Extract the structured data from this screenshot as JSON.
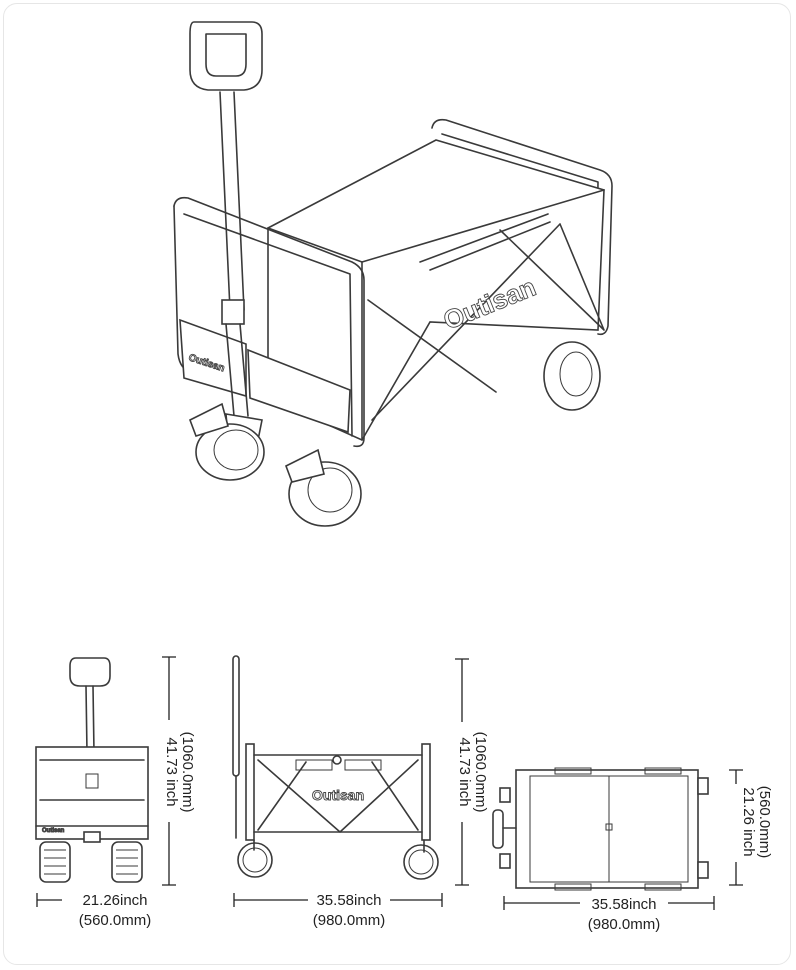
{
  "brand": "Outisan",
  "views": {
    "front": {
      "height_inch": "41.73 inch",
      "height_mm": "(1060.0mm)",
      "width_inch": "21.26inch",
      "width_mm": "(560.0mm)"
    },
    "side": {
      "height_inch": "41.73 inch",
      "height_mm": "(1060.0mm)",
      "length_inch": "35.58inch",
      "length_mm": "(980.0mm)"
    },
    "top": {
      "width_inch": "21.26 inch",
      "width_mm": "(560.0mm)",
      "length_inch": "35.58inch",
      "length_mm": "(980.0mm)"
    }
  }
}
